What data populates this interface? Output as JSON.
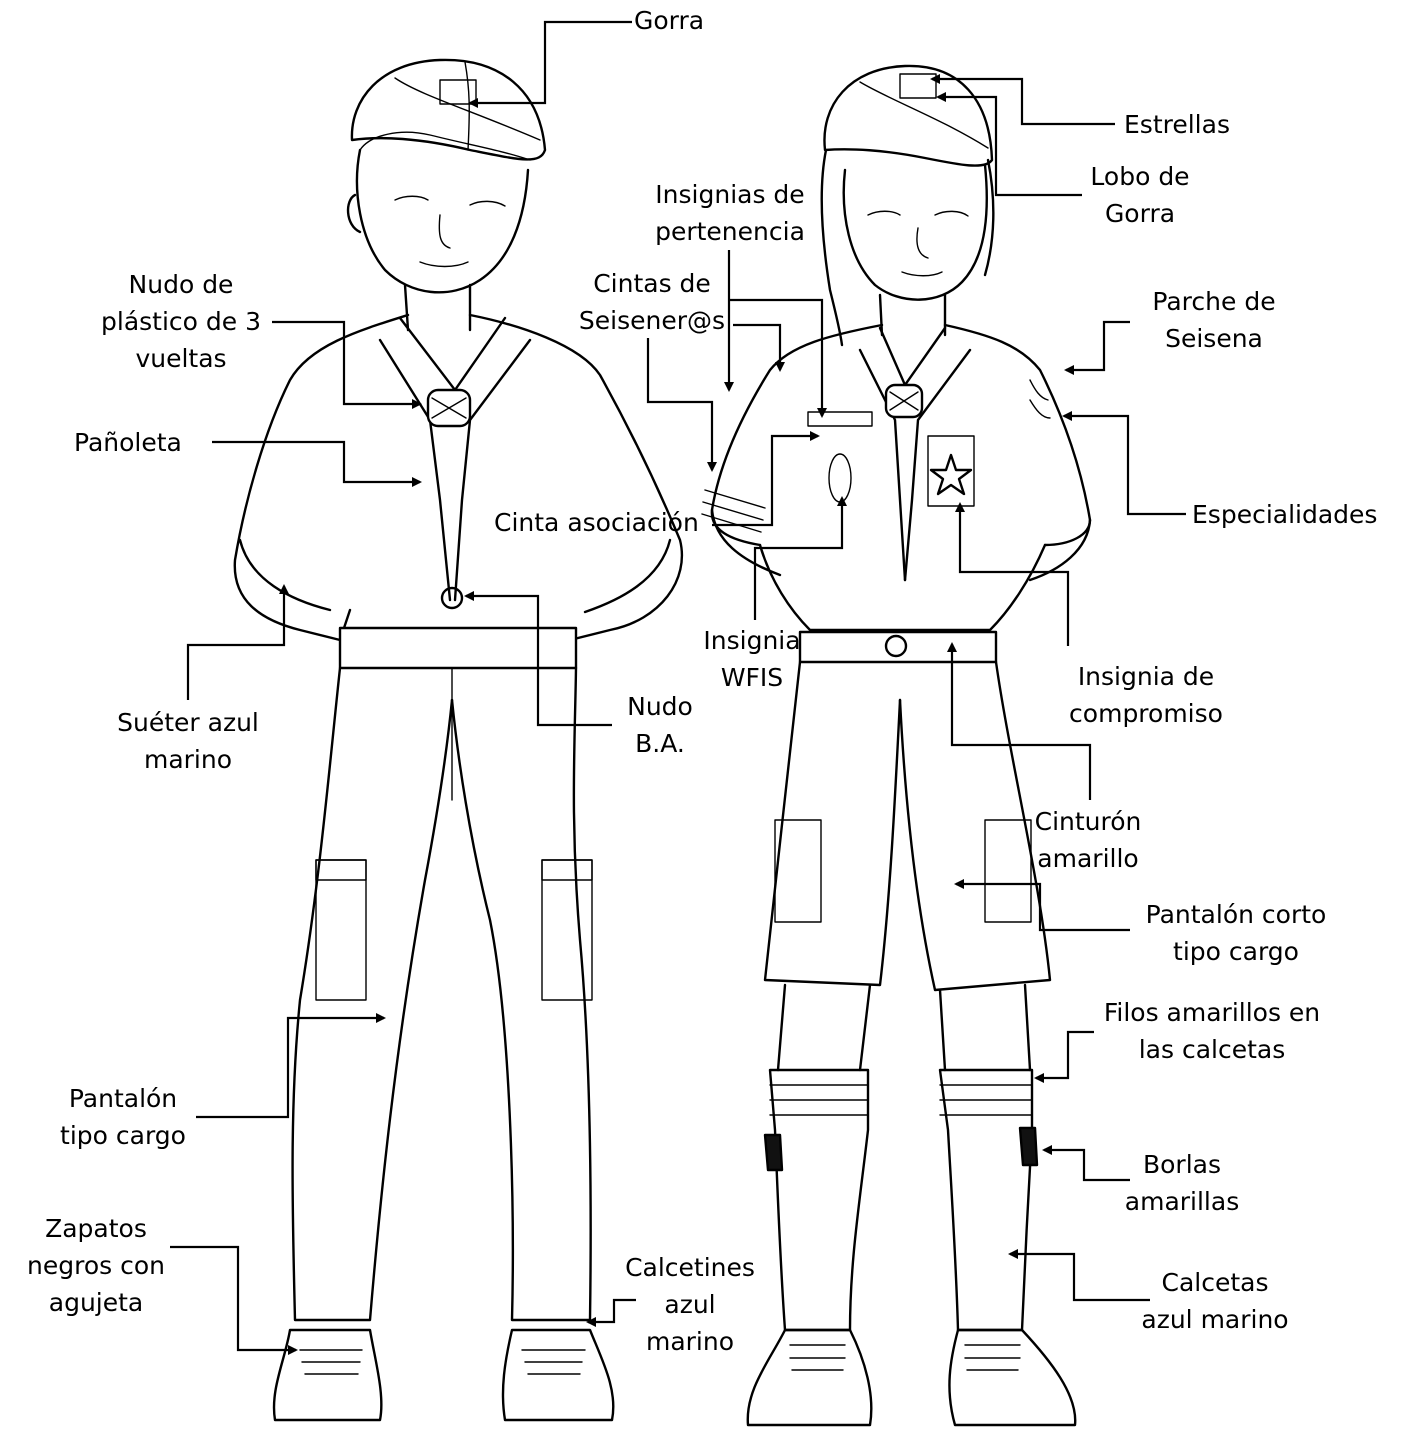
{
  "labels": {
    "gorra": "Gorra",
    "estrellas": "Estrellas",
    "lobo_gorra": "Lobo de\nGorra",
    "insignias_pertenencia": "Insignias de\npertenencia",
    "cintas_seisener": "Cintas de\nSeisener@s",
    "nudo_plastico": "Nudo de\nplástico de 3\nvueltas",
    "parche_seisena": "Parche de\nSeisena",
    "panoleta": "Pañoleta",
    "especialidades": "Especialidades",
    "cinta_asociacion": "Cinta asociación",
    "insignia_wfis": "Insignia\nWFIS",
    "insignia_compromiso": "Insignia de\ncompromiso",
    "sueter": "Suéter azul\nmarino",
    "nudo_ba": "Nudo\nB.A.",
    "cinturon": "Cinturón\namarillo",
    "pantalon_corto": "Pantalón corto\ntipo cargo",
    "filos_amarillos": "Filos amarillos en\nlas calcetas",
    "pantalon_cargo": "Pantalón\ntipo cargo",
    "borlas": "Borlas\namarillas",
    "zapatos": "Zapatos\nnegros con\nagujeta",
    "calcetines": "Calcetines\nazul\nmarino",
    "calcetas": "Calcetas\nazul marino"
  },
  "colors": {
    "ink": "#000000",
    "paper": "#ffffff"
  }
}
